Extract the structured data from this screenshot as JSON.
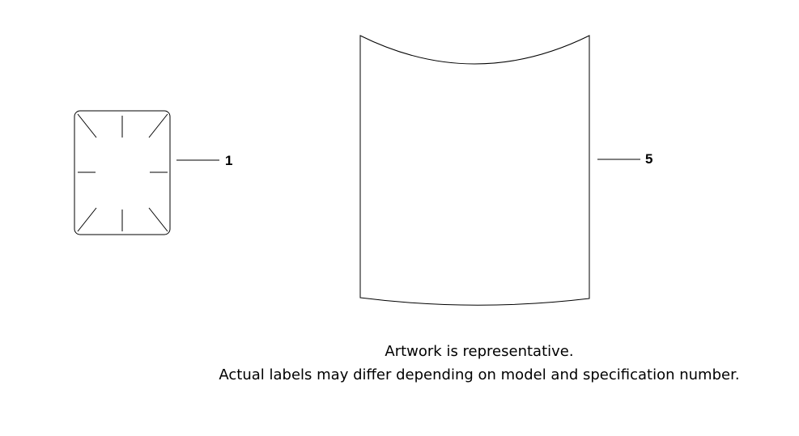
{
  "callouts": {
    "part_1": "1",
    "part_5": "5"
  },
  "caption": {
    "line1": "Artwork is representative.",
    "line2": "Actual labels may differ depending on model and specification number."
  },
  "colors": {
    "stroke": "#000000",
    "background": "#ffffff"
  }
}
